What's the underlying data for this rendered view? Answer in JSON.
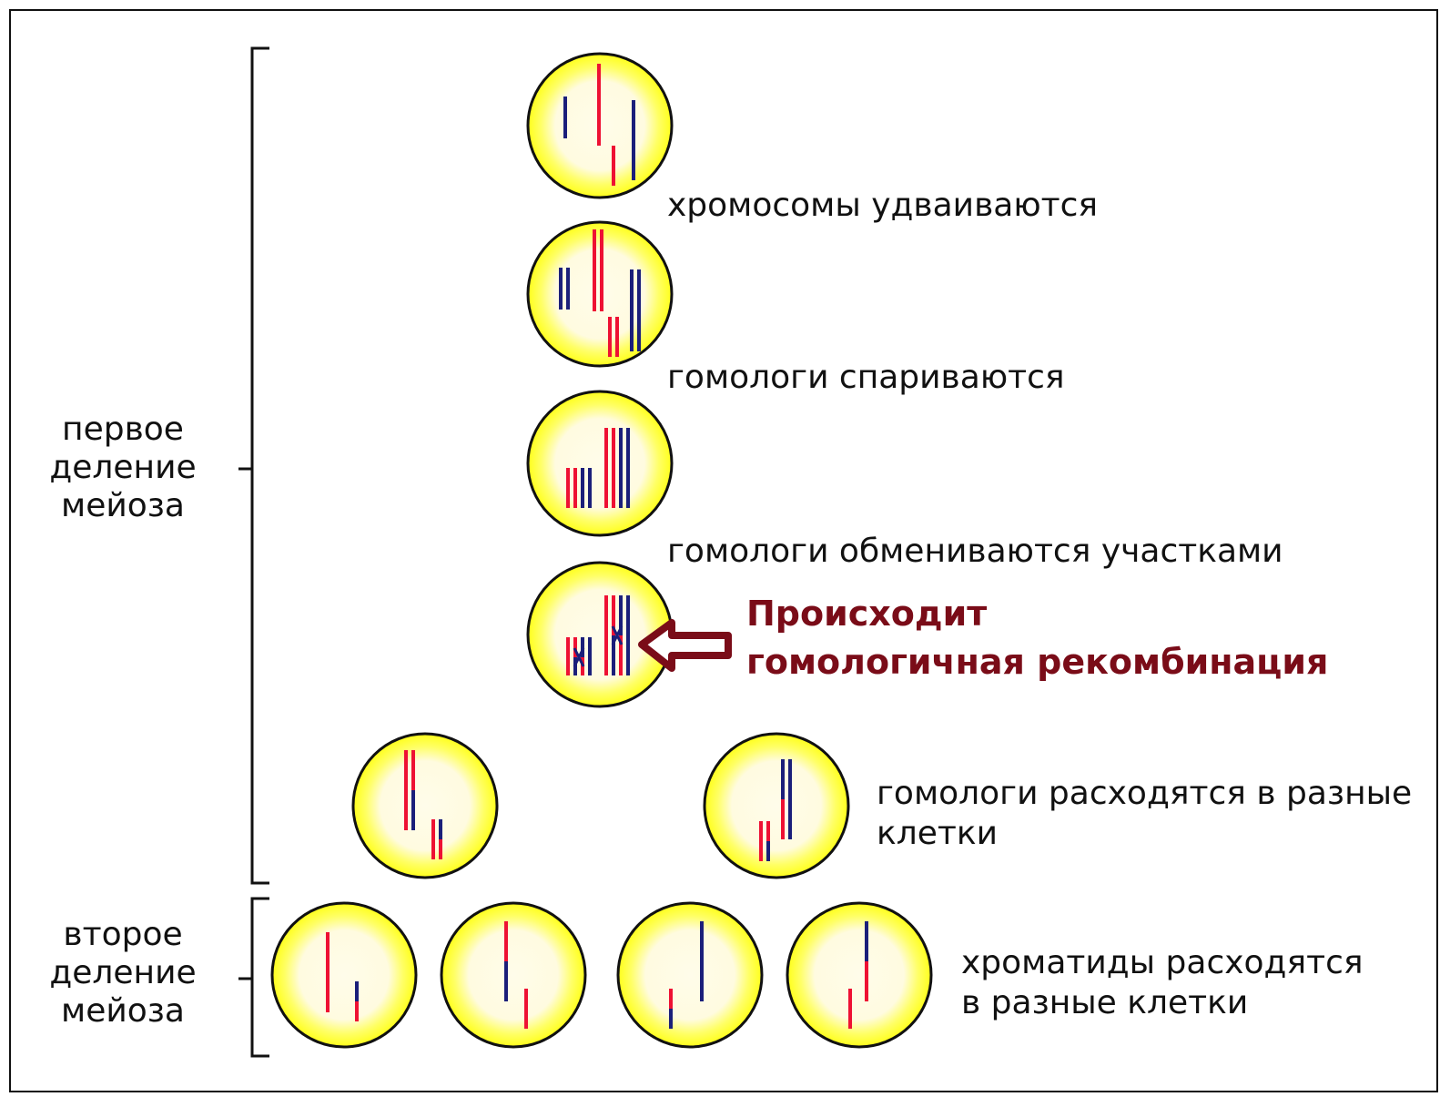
{
  "colors": {
    "cell_fill": "#ffff1a",
    "cell_fill_light": "#fffbe6",
    "cell_border": "#111111",
    "chrom_red": "#ee1133",
    "chrom_blue": "#1b1f7a",
    "callout": "#7a0c18"
  },
  "sections": {
    "first": "первое\nделение\nмейоза",
    "second": "второе\nделение\nмейоза"
  },
  "steps": [
    {
      "id": "step1",
      "text": "хромосомы удваиваются"
    },
    {
      "id": "step2",
      "text": "гомологи спариваются"
    },
    {
      "id": "step3",
      "text": "гомологи обмениваются участками"
    },
    {
      "id": "step4",
      "text": "гомологи расходятся в разные\nклетки"
    },
    {
      "id": "step5",
      "text": "хроматиды расходятся\nв разные клетки"
    }
  ],
  "callout": {
    "line1": "Происходит",
    "line2": "гомологичная рекомбинация",
    "arrow_icon": "left-arrow-icon"
  }
}
